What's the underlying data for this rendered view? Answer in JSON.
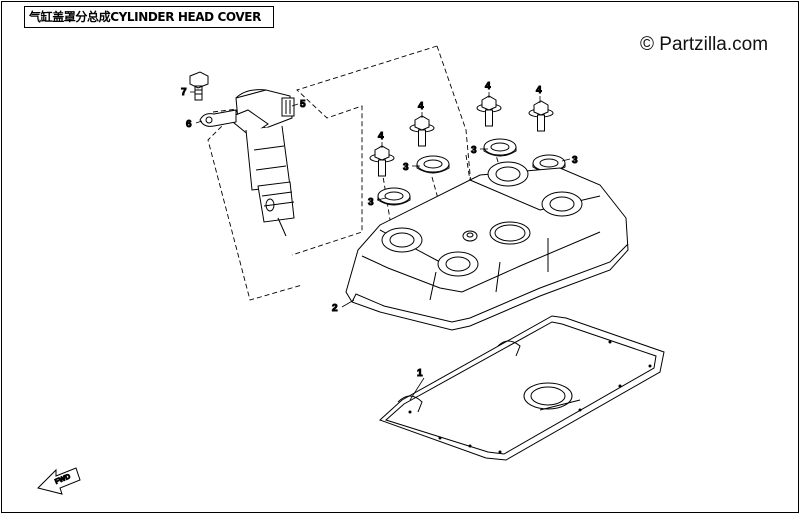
{
  "title": "气缸盖罩分总成CYLINDER HEAD COVER",
  "watermark": "© Partzilla.com",
  "direction_marker": "FWD",
  "callouts": [
    {
      "label": "1",
      "part": "gasket"
    },
    {
      "label": "2",
      "part": "cylinder-head-cover"
    },
    {
      "label": "3",
      "part": "grommet"
    },
    {
      "label": "3",
      "part": "grommet"
    },
    {
      "label": "3",
      "part": "grommet"
    },
    {
      "label": "3",
      "part": "grommet"
    },
    {
      "label": "4",
      "part": "bolt"
    },
    {
      "label": "4",
      "part": "bolt"
    },
    {
      "label": "4",
      "part": "bolt"
    },
    {
      "label": "4",
      "part": "bolt"
    },
    {
      "label": "5",
      "part": "ignition-coil"
    },
    {
      "label": "6",
      "part": "bracket"
    },
    {
      "label": "7",
      "part": "bolt"
    }
  ]
}
